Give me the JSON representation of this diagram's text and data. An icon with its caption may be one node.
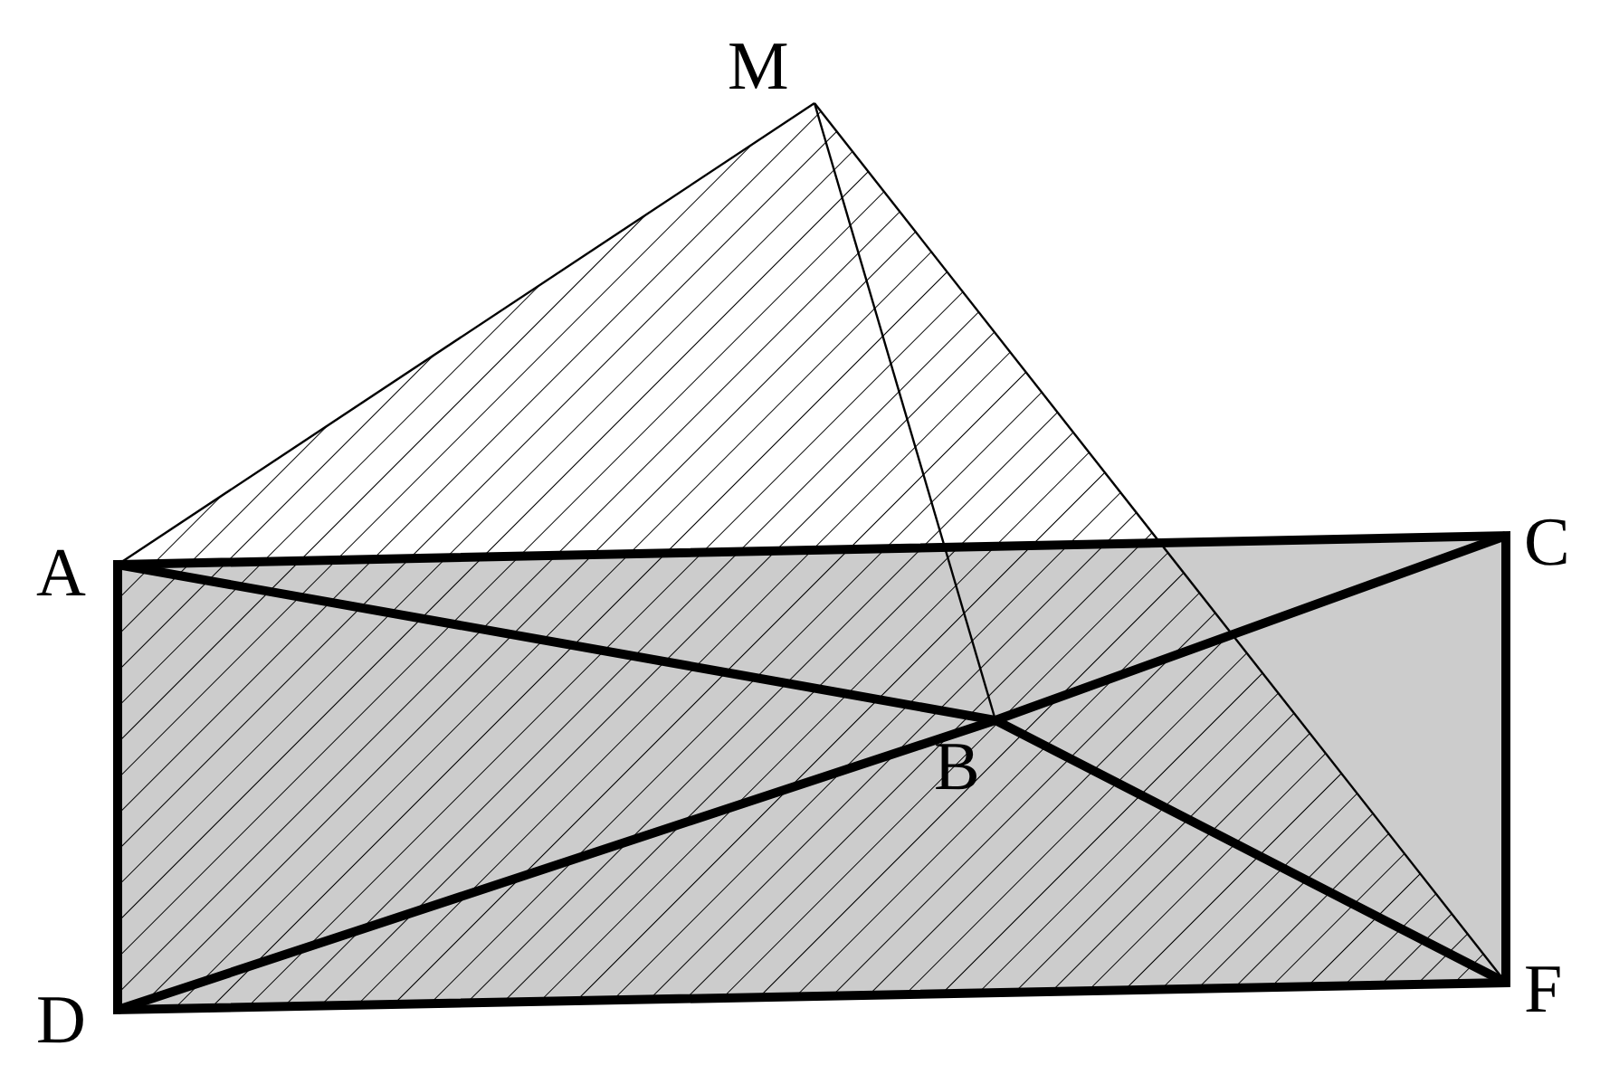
{
  "diagram": {
    "labels": [
      "M",
      "A",
      "C",
      "B",
      "D",
      "F"
    ]
  }
}
